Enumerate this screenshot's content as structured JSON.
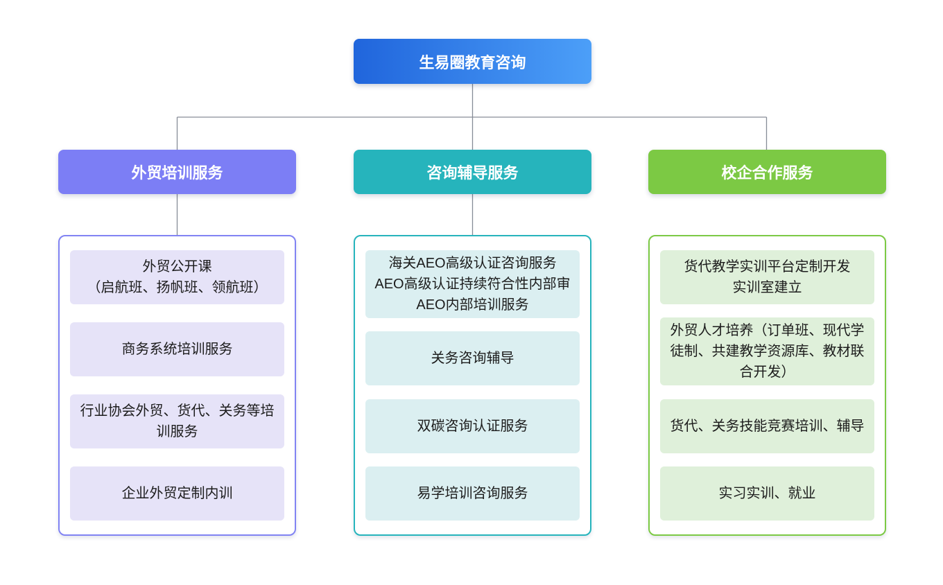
{
  "diagram": {
    "type": "org-chart",
    "background_color": "#ffffff",
    "connector_color": "#868c96",
    "root": {
      "label": "生易圈教育咨询",
      "gradient_from": "#2065dc",
      "gradient_to": "#4c9ff8",
      "text_color": "#ffffff"
    },
    "branches": [
      {
        "label": "外贸培训服务",
        "header_color": "#7c7ef5",
        "border_color": "#8183f3",
        "item_bg_color": "#e6e3f8",
        "items": [
          "外贸公开课\n（启航班、扬帆班、领航班）",
          "商务系统培训服务",
          "行业协会外贸、货代、关务等培训服务",
          "企业外贸定制内训"
        ]
      },
      {
        "label": "咨询辅导服务",
        "header_color": "#26b4bc",
        "border_color": "#26b4bc",
        "item_bg_color": "#dbeff1",
        "items": [
          "海关AEO高级认证咨询服务\nAEO高级认证持续符合性内部审\nAEO内部培训服务",
          "关务咨询辅导",
          "双碳咨询认证服务",
          "易学培训咨询服务"
        ]
      },
      {
        "label": "校企合作服务",
        "header_color": "#7cc944",
        "border_color": "#7cc944",
        "item_bg_color": "#dff0da",
        "items": [
          "货代教学实训平台定制开发\n实训室建立",
          "外贸人才培养（订单班、现代学徒制、共建教学资源库、教材联合开发）",
          "货代、关务技能竞赛培训、辅导",
          "实习实训、就业"
        ]
      }
    ]
  }
}
